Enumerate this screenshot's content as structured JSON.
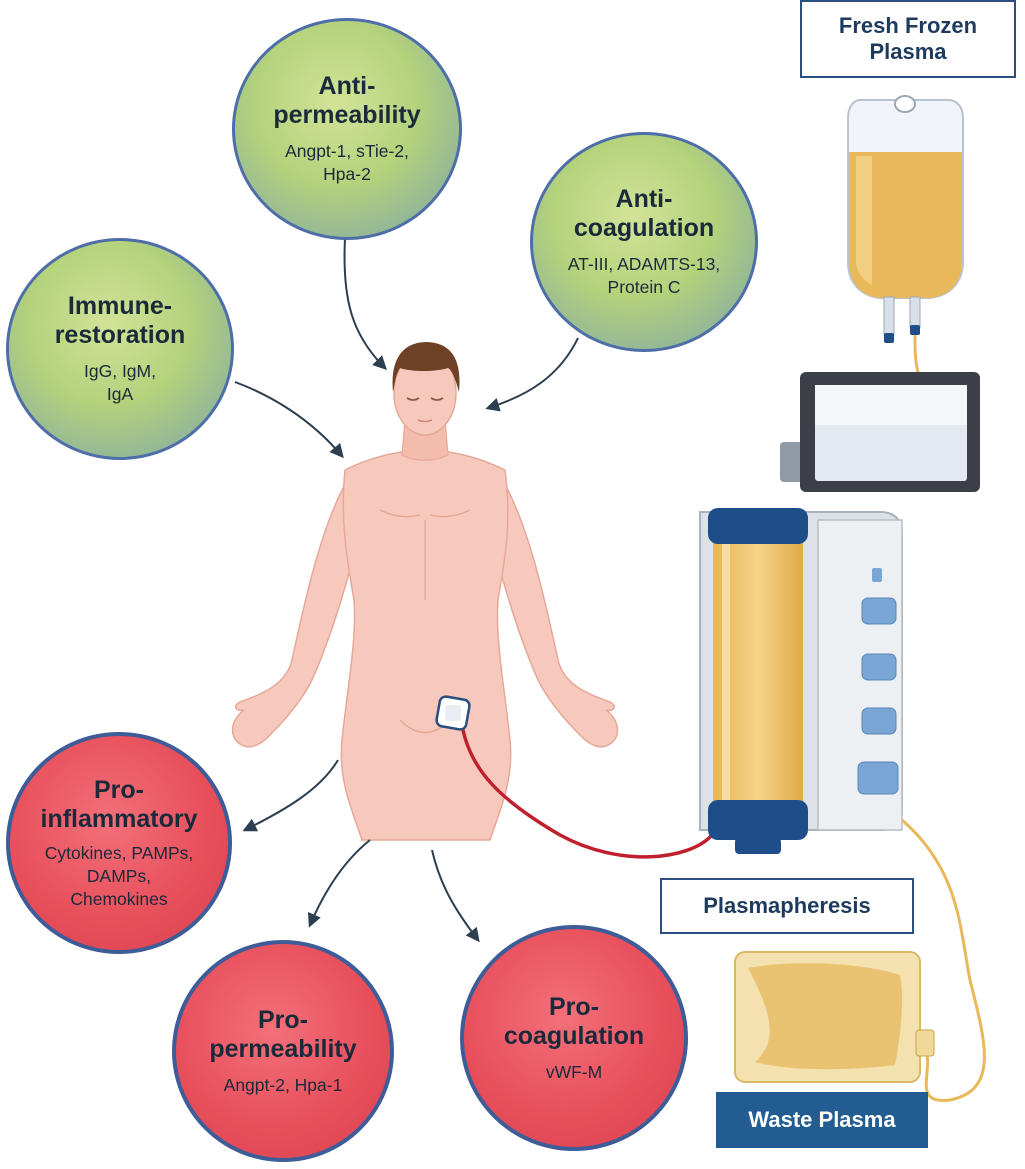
{
  "colors": {
    "green_gradient": [
      "#d2e398",
      "#b4d27c",
      "#7c99b4"
    ],
    "red_fill": "#e8505c",
    "circle_border": "#3d5c98",
    "arrow": "#2c3e50",
    "skin": "#f7c9bd",
    "hair": "#6e4126",
    "plasma_yellow": "#e8b85a",
    "device_blue": "#1e4e8a",
    "label_blue": "#225c90",
    "blood_line": "#c0202e"
  },
  "nodes": {
    "anti_permeability": {
      "title": "Anti-\npermeability",
      "items": "Angpt-1, sTie-2,\nHpa-2"
    },
    "anti_coagulation": {
      "title": "Anti-\ncoagulation",
      "items": "AT-III, ADAMTS-13,\nProtein C"
    },
    "immune_restoration": {
      "title": "Immune-\nrestoration",
      "items": "IgG, IgM,\nIgA"
    },
    "pro_inflammatory": {
      "title": "Pro-\ninflammatory",
      "items": "Cytokines, PAMPs,\nDAMPs,\nChemokines"
    },
    "pro_permeability": {
      "title": "Pro-\npermeability",
      "items": "Angpt-2, Hpa-1"
    },
    "pro_coagulation": {
      "title": "Pro-\ncoagulation",
      "items": "vWF-M"
    }
  },
  "labels": {
    "fresh_frozen_plasma": "Fresh Frozen\nPlasma",
    "plasmapheresis": "Plasmapheresis",
    "waste_plasma": "Waste Plasma"
  },
  "icons": [
    "plasma-bag-icon",
    "plasmapheresis-machine-icon",
    "waste-bag-icon",
    "catheter-icon",
    "human-body-figure"
  ]
}
